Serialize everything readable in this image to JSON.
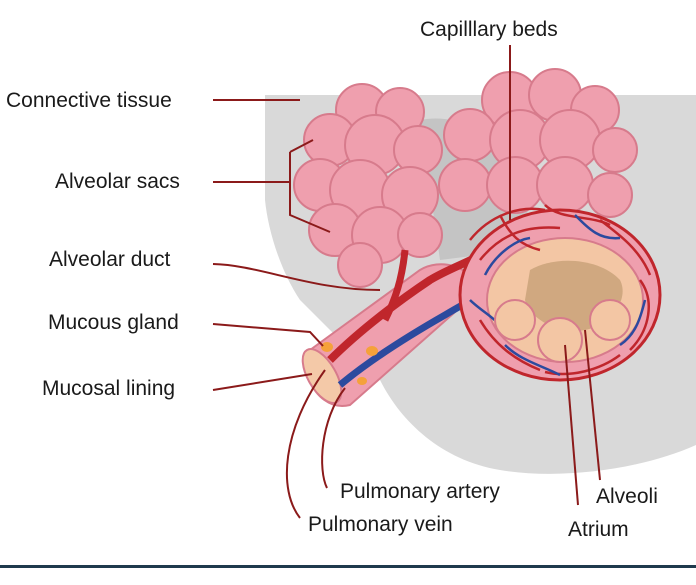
{
  "labels": {
    "connective_tissue": "Connective tissue",
    "alveolar_sacs": "Alveolar sacs",
    "alveolar_duct": "Alveolar duct",
    "mucous_gland": "Mucous gland",
    "mucosal_lining": "Mucosal lining",
    "capillary_beds": "Capilllary beds",
    "pulmonary_artery": "Pulmonary artery",
    "pulmonary_vein": "Pulmonary vein",
    "alveoli": "Alveoli",
    "atrium": "Atrium"
  },
  "colors": {
    "tissue_gray": "#d9d9d9",
    "sac_pink": "#ef9fae",
    "sac_outline": "#d77b8c",
    "artery_red": "#c0262c",
    "vein_blue": "#2c4a9e",
    "leader_line": "#8b1a1a",
    "atrium_tan": "#c9a27a",
    "gland_orange": "#f5a13a"
  }
}
